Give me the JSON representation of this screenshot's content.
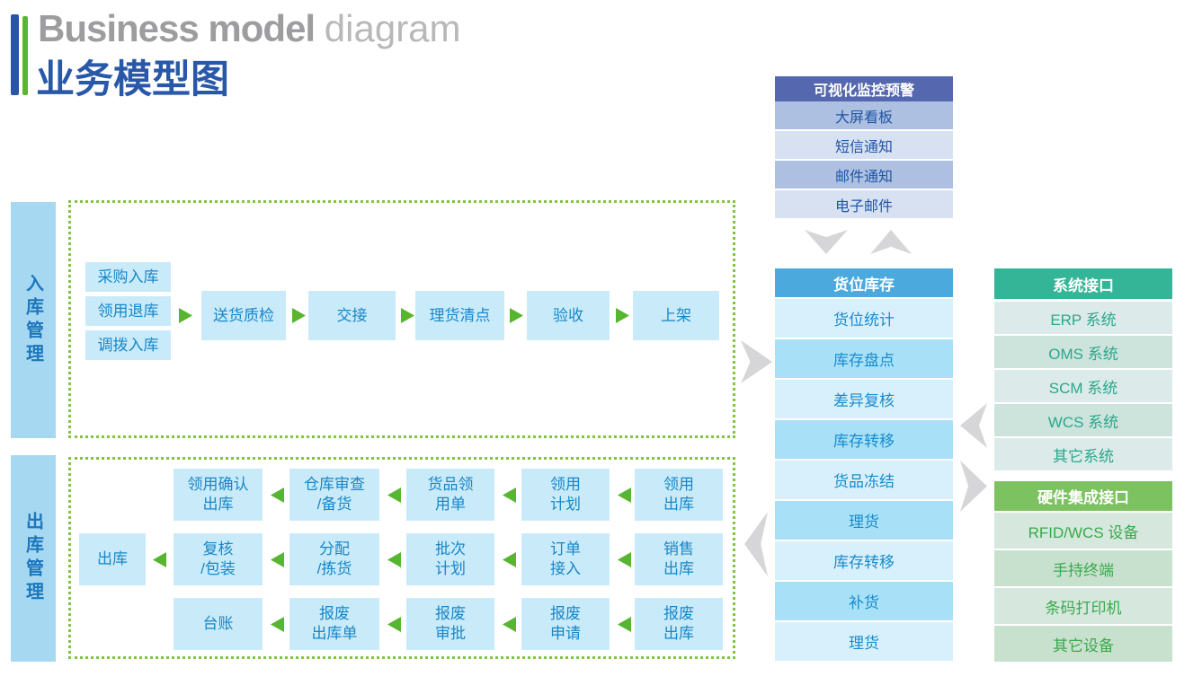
{
  "title": {
    "primary": "Business model",
    "secondary": "diagram",
    "chinese": "业务模型图"
  },
  "colors": {
    "accent_blue": "#2a58a9",
    "accent_green": "#5cb531",
    "panel_indigo": "#5567ae",
    "panel_blue": "#4ba9dd",
    "panel_teal": "#35b597",
    "panel_green": "#7cc261",
    "flow_box_blue": "#c9eaf9",
    "flow_text_blue": "#1787c9",
    "gray_arrow": "#d6d6d8",
    "dotted_border_green": "#82c342",
    "sidebar_blue": "#a6d8f2"
  },
  "monitor_panel": {
    "header": "可视化监控预警",
    "rows": [
      "大屏看板",
      "短信通知",
      "邮件通知",
      "电子邮件"
    ]
  },
  "inventory_panel": {
    "header": "货位库存",
    "rows": [
      "货位统计",
      "库存盘点",
      "差异复核",
      "库存转移",
      "货品冻结",
      "理货",
      "库存转移",
      "补货",
      "理货"
    ]
  },
  "system_panel": {
    "header": "系统接口",
    "rows": [
      "ERP 系统",
      "OMS 系统",
      "SCM 系统",
      "WCS 系统",
      "其它系统"
    ]
  },
  "hardware_panel": {
    "header": "硬件集成接口",
    "rows": [
      "RFID/WCS 设备",
      "手持终端",
      "条码打印机",
      "其它设备"
    ]
  },
  "inbound": {
    "label": "入库管理",
    "sources": [
      "采购入库",
      "领用退库",
      "调拨入库"
    ],
    "steps": [
      "送货质检",
      "交接",
      "理货清点",
      "验收",
      "上架"
    ]
  },
  "outbound": {
    "label": "出库管理",
    "row1": [
      "领用确认\n出库",
      "仓库审查\n/备货",
      "货品领\n用单",
      "领用\n计划",
      "领用\n出库"
    ],
    "row2": [
      "出库",
      "复核\n/包装",
      "分配\n/拣货",
      "批次\n计划",
      "订单\n接入",
      "销售\n出库"
    ],
    "row3": [
      "台账",
      "报废\n出库单",
      "报废\n审批",
      "报废\n申请",
      "报废\n出库"
    ]
  }
}
